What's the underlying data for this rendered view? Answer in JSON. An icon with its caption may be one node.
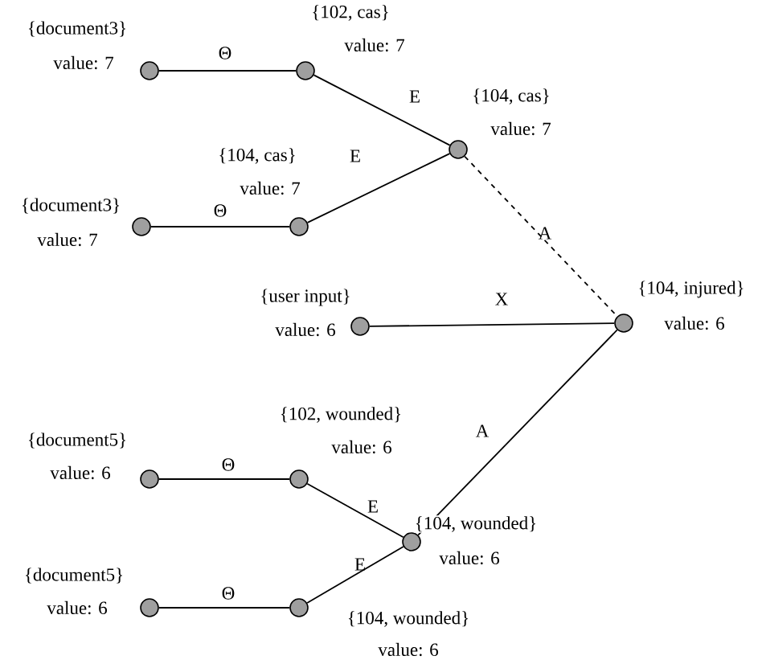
{
  "diagram": {
    "nodes": [
      {
        "text": [],
        "shape": "circle",
        "beside": [
          "{document3}",
          "value: 7"
        ]
      },
      {
        "text": [],
        "shape": "circle",
        "beside": [
          "{102, cas}",
          "value: 7"
        ]
      },
      {
        "text": [],
        "shape": "circle",
        "beside": [
          "{104, cas}",
          "value: 7"
        ]
      },
      {
        "text": [],
        "shape": "circle",
        "beside": [
          "{document3}",
          "value: 7"
        ]
      },
      {
        "text": [],
        "shape": "circle",
        "beside": [
          "{104, cas}",
          "value: 7"
        ]
      },
      {
        "text": [],
        "shape": "circle",
        "beside": [
          "{user input}",
          "value: 6"
        ]
      },
      {
        "text": [],
        "shape": "circle",
        "beside": [
          "{104, injured}",
          "value: 6"
        ]
      },
      {
        "text": [],
        "shape": "circle",
        "beside": [
          "{document5}",
          "value: 6"
        ]
      },
      {
        "text": [],
        "shape": "circle",
        "beside": [
          "{102, wounded}",
          "value: 6"
        ]
      },
      {
        "text": [],
        "shape": "circle",
        "beside": [
          "{104, wounded}",
          "value: 6"
        ]
      },
      {
        "text": [],
        "shape": "circle",
        "beside": [
          "{document5}",
          "value: 6"
        ]
      },
      {
        "text": [],
        "shape": "circle",
        "beside": [
          "{104, wounded}",
          "value: 6"
        ]
      }
    ],
    "edges": [
      {
        "from": 0,
        "to": 1,
        "arrow": "none",
        "label": "Θ"
      },
      {
        "from": 1,
        "to": 2,
        "arrow": "none",
        "label": "E"
      },
      {
        "from": 3,
        "to": 4,
        "arrow": "none",
        "label": "Θ"
      },
      {
        "from": 4,
        "to": 2,
        "arrow": "none",
        "label": "E"
      },
      {
        "from": 2,
        "to": 6,
        "arrow": "none",
        "label": "A",
        "style": "dashed"
      },
      {
        "from": 5,
        "to": 6,
        "arrow": "none",
        "label": "X"
      },
      {
        "from": 9,
        "to": 6,
        "arrow": "none",
        "label": "A"
      },
      {
        "from": 7,
        "to": 8,
        "arrow": "none",
        "label": "Θ"
      },
      {
        "from": 8,
        "to": 9,
        "arrow": "none",
        "label": "E"
      },
      {
        "from": 10,
        "to": 11,
        "arrow": "none",
        "label": "Θ"
      },
      {
        "from": 11,
        "to": 9,
        "arrow": "none",
        "label": "E"
      }
    ]
  }
}
